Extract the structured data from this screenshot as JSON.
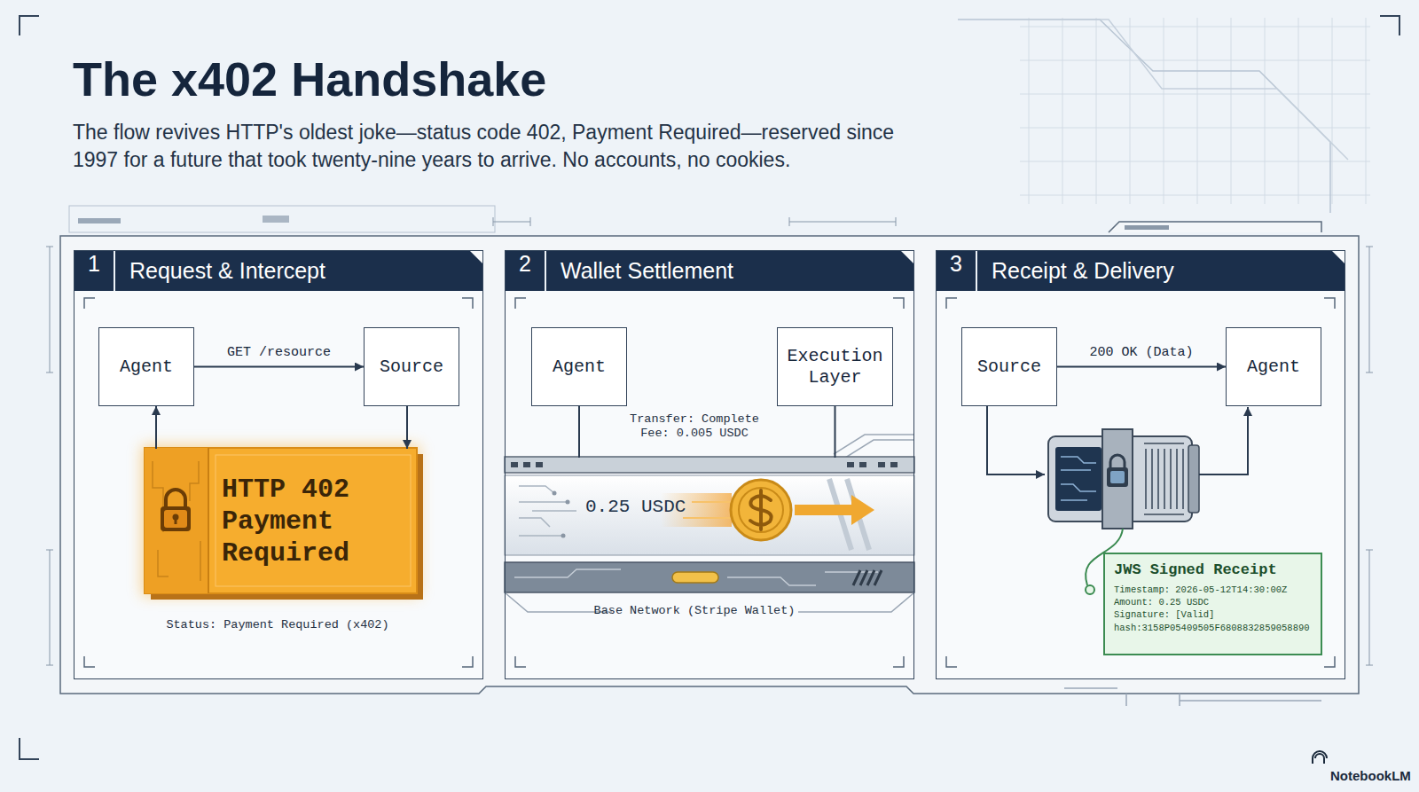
{
  "diagram": {
    "title": "The x402 Handshake",
    "caption": "The flow revives HTTP's oldest joke—status code 402, Payment Required—reserved since 1997 for a future that took twenty-nine years to arrive. No accounts, no cookies.",
    "nodes": [
      {
        "text": [
          "1",
          "Request & Intercept"
        ]
      },
      {
        "text": [
          "Agent"
        ],
        "in": 0
      },
      {
        "text": [
          "Source"
        ],
        "in": 0
      },
      {
        "text": [
          "HTTP 402 Payment Required"
        ],
        "in": 0
      },
      {
        "text": [
          "2",
          "Wallet Settlement"
        ]
      },
      {
        "text": [
          "Agent"
        ],
        "in": 4
      },
      {
        "text": [
          "Execution Layer"
        ],
        "in": 4
      },
      {
        "text": [
          "0.25 USDC"
        ],
        "in": 4
      },
      {
        "text": [
          "3",
          "Receipt & Delivery"
        ]
      },
      {
        "text": [
          "Source"
        ],
        "in": 8
      },
      {
        "text": [
          "Agent"
        ],
        "in": 8
      },
      {
        "text": [
          "JWS Signed Receipt",
          "Timestamp: 2026-05-12T14:30:00Z",
          "Amount: 0.25 USDC",
          "Signature: [Valid]",
          "hash:3158P05409505F6808832859058890"
        ],
        "in": 8
      }
    ],
    "edges": [
      {
        "from": 1,
        "to": 2,
        "label": "GET /resource",
        "arrow": "to"
      },
      {
        "from": 2,
        "to": 3,
        "arrow": "to"
      },
      {
        "from": 3,
        "to": 1,
        "arrow": "to"
      },
      {
        "from": 5,
        "to": 7,
        "arrow": "none"
      },
      {
        "from": 6,
        "to": 7,
        "arrow": "none"
      },
      {
        "from": 9,
        "to": 10,
        "label": "200 OK (Data)",
        "arrow": "to"
      }
    ],
    "labels": [
      "Status: Payment Required (x402)",
      "Transfer: Complete",
      "Fee: 0.005 USDC",
      "Base Network (Stripe Wallet)",
      "NotebookLM"
    ]
  }
}
